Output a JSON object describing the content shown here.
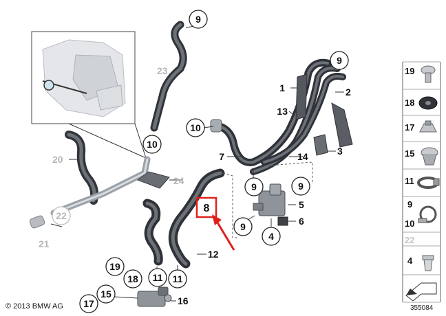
{
  "labels": {
    "p1": "1",
    "p2": "2",
    "p3": "3",
    "p4": "4",
    "p5": "5",
    "p6": "6",
    "p7": "7",
    "p8": "8",
    "p9": "9",
    "p10": "10",
    "p11": "11",
    "p12": "12",
    "p13": "13",
    "p14": "14",
    "p15": "15",
    "p16": "16",
    "p17": "17",
    "p18": "18",
    "p19": "19",
    "p20": "20",
    "p21": "21",
    "p22": "22",
    "p23": "23",
    "p24": "24"
  },
  "legend": {
    "items": [
      "19",
      "18",
      "17",
      "15",
      "11",
      "9",
      "10",
      "22",
      "4"
    ]
  },
  "highlight": {
    "part": "8",
    "color": "#e0201c"
  },
  "footer": {
    "copyright": "© 2013 BMW AG",
    "doc_number": "355084"
  }
}
